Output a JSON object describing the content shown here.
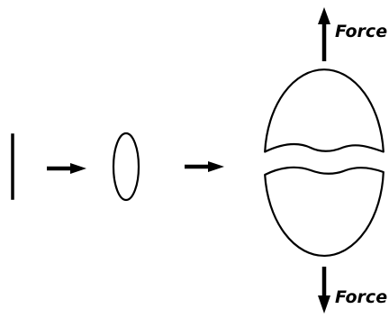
{
  "labels": {
    "force_top": "Force",
    "force_bottom": "Force"
  },
  "colors": {
    "stroke": "#000000",
    "background": "#ffffff"
  },
  "stages": [
    {
      "name": "initial-line"
    },
    {
      "name": "ellipse"
    },
    {
      "name": "fractured-ellipse"
    }
  ]
}
